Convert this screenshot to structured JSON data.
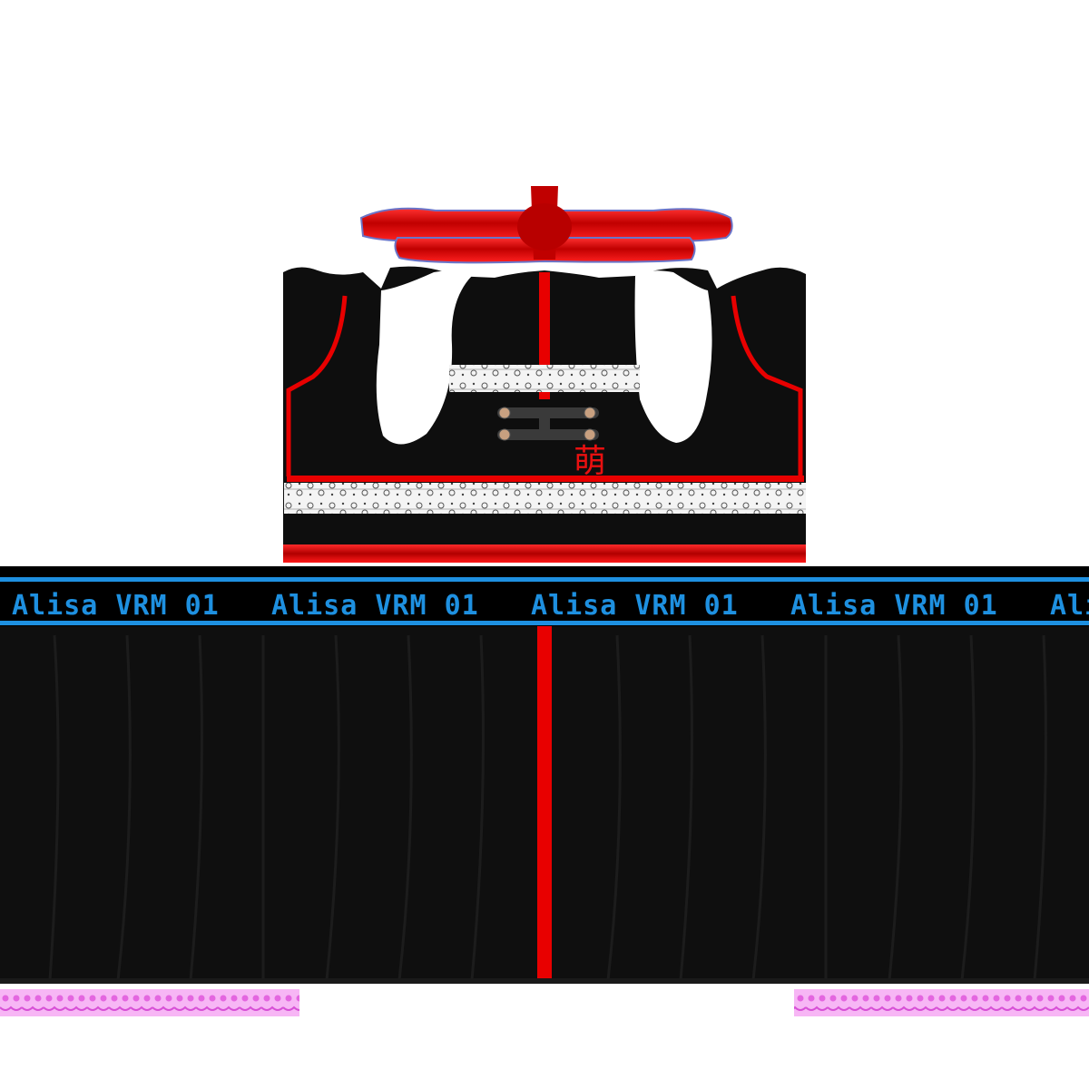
{
  "banner": {
    "repeats": [
      "Alisa VRM 01",
      "Alisa VRM 01",
      "Alisa VRM 01",
      "Alisa VRM 01",
      "Alis"
    ]
  },
  "torso": {
    "kanji": "萌"
  },
  "colors": {
    "cloth": "#0e0e0e",
    "trim": "#e80000",
    "banner_border": "#1e90e0",
    "banner_text": "#1e90e0",
    "lace": "#f2f2f2",
    "pink_lace": "#ee82ee",
    "background": "#ffffff"
  },
  "icons": {
    "bow": "red-bow-icon",
    "buckle": "strap-buckle-icon"
  }
}
